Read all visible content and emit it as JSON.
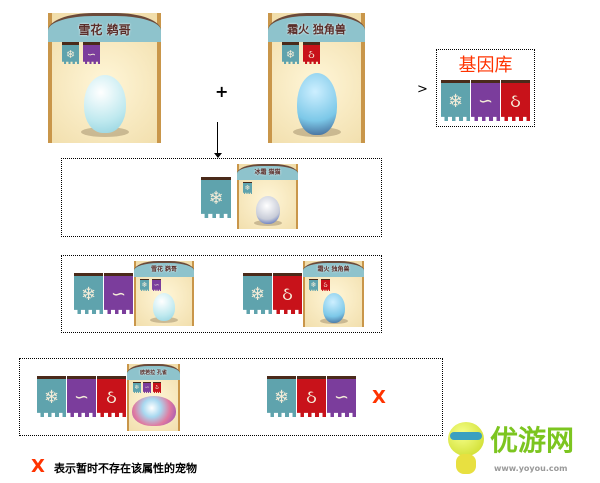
{
  "parent_left": {
    "name": "雪花 鹈哥",
    "attributes": [
      "ice",
      "wind"
    ]
  },
  "parent_right": {
    "name": "霜火 独角兽",
    "attributes": [
      "ice",
      "fire"
    ]
  },
  "plus": "+",
  "arrow_gt": ">",
  "gene_pool": {
    "title": "基因库",
    "attributes": [
      "ice",
      "wind",
      "fire"
    ]
  },
  "row1": {
    "pet_name": "冰霜 猫猫",
    "attributes": [
      "ice"
    ]
  },
  "row2": [
    {
      "pet_name": "雪花 鹈哥",
      "attributes": [
        "ice",
        "wind"
      ]
    },
    {
      "pet_name": "霜火 独角兽",
      "attributes": [
        "ice",
        "fire"
      ]
    }
  ],
  "row3": {
    "pet_name": "欧若拉 孔雀",
    "attributes": [
      "ice",
      "wind",
      "fire"
    ],
    "missing_attributes": [
      "ice",
      "fire",
      "wind"
    ],
    "missing_mark": "X"
  },
  "legend": {
    "mark": "X",
    "text": "表示暂时不存在该属性的宠物"
  },
  "logo": {
    "text": "优游网",
    "url_text": "www.yoyou.com"
  },
  "colors": {
    "ice": "#5fa3ad",
    "wind": "#7b3d9c",
    "fire": "#c8121a",
    "mark": "#ff3300",
    "logo": "#7cc520"
  }
}
